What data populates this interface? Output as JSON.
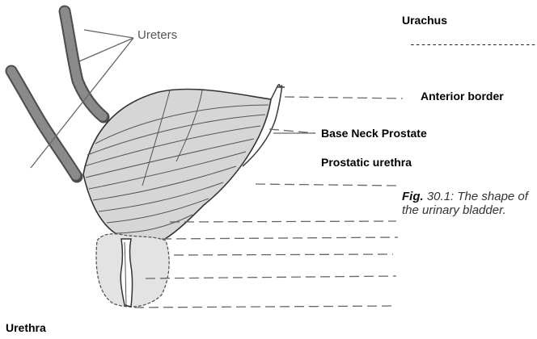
{
  "labels": {
    "ureters": "Ureters",
    "urachus": "Urachus",
    "urachus_dashes": "------------------------",
    "anterior_border": "Anterior border",
    "base_neck_prostate": "Base Neck Prostate",
    "prostatic_urethra": "Prostatic urethra",
    "urethra": "Urethra"
  },
  "caption": {
    "figure_label": "Fig.",
    "text": " 30.1: The shape of the urinary bladder."
  },
  "colors": {
    "line": "#555555",
    "bladder_fill": "#d6d6d6",
    "prostate_fill": "#e3e3e3",
    "ureter": "#6d6d6d"
  }
}
